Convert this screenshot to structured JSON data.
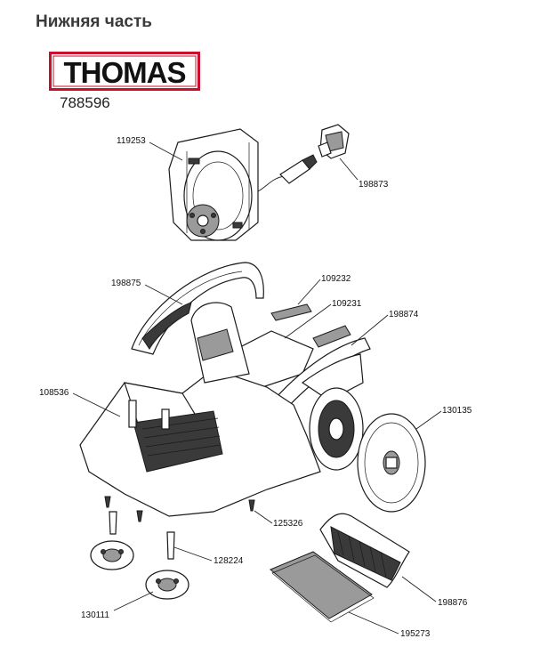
{
  "header": {
    "title": "Нижняя часть",
    "brand": "THOMAS",
    "model": "788596"
  },
  "colors": {
    "brand_red": "#c8102e",
    "brand_text": "#111111"
  },
  "parts": [
    {
      "id": "119253"
    },
    {
      "id": "198873"
    },
    {
      "id": "198875"
    },
    {
      "id": "109232"
    },
    {
      "id": "109231"
    },
    {
      "id": "198874"
    },
    {
      "id": "108536"
    },
    {
      "id": "130135"
    },
    {
      "id": "125326"
    },
    {
      "id": "128224"
    },
    {
      "id": "130111"
    },
    {
      "id": "198876"
    },
    {
      "id": "195273"
    }
  ]
}
